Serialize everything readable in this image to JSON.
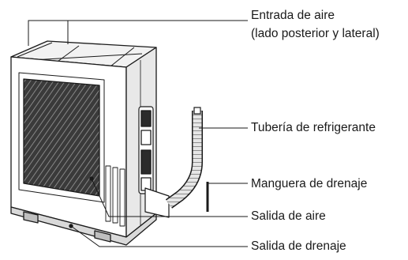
{
  "labels": {
    "air_inlet_line1": "Entrada de aire",
    "air_inlet_line2": "(lado posterior y lateral)",
    "refrigerant_pipe": "Tubería de refrigerante",
    "drain_hose": "Manguera de drenaje",
    "air_outlet": "Salida de aire",
    "drain_outlet": "Salida de drenaje"
  },
  "colors": {
    "line": "#1a1a1a",
    "fill_light": "#f2f2f2",
    "fill_mid": "#d9d9d9",
    "fill_dark": "#2b2b2b"
  }
}
